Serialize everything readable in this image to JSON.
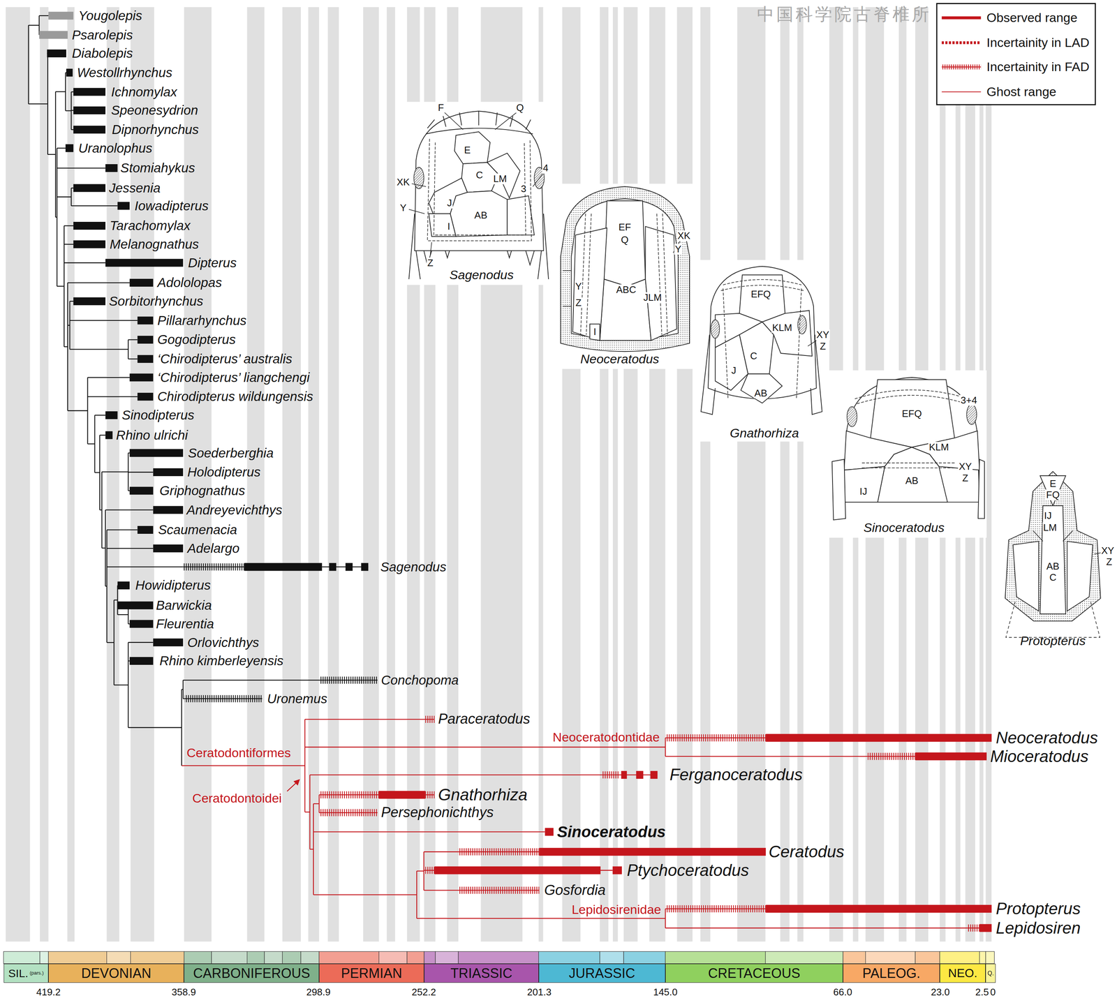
{
  "diagram": {
    "nodes": [
      {
        "text": [
          "SIL.",
          "(pars.)"
        ]
      },
      {
        "text": [
          "DEVONIAN"
        ]
      },
      {
        "text": [
          "CARBONIFEROUS"
        ]
      },
      {
        "text": [
          "PERMIAN"
        ]
      },
      {
        "text": [
          "TRIASSIC"
        ]
      },
      {
        "text": [
          "JURASSIC"
        ]
      },
      {
        "text": [
          "CRETACEOUS"
        ]
      },
      {
        "text": [
          "PALEOG."
        ]
      },
      {
        "text": [
          "NEO."
        ]
      },
      {
        "text": [
          "Q."
        ]
      }
    ],
    "labels": [
      "中国科学院古脊椎所",
      "Yougolepis",
      "Psarolepis",
      "Diabolepis",
      "Westollrhynchus",
      "Ichnomylax",
      "Speonesydrion",
      "Dipnorhynchus",
      "Uranolophus",
      "Stomiahykus",
      "Jessenia",
      "Iowadipterus",
      "Tarachomylax",
      "Melanognathus",
      "Dipterus",
      "Adololopas",
      "Sorbitorhynchus",
      "Pillararhynchus",
      "Gogodipterus",
      "‘Chirodipterus’ australis",
      "‘Chirodipterus’ liangchengi",
      "Chirodipterus wildungensis",
      "Sinodipterus",
      "Rhino ulrichi",
      "Soederberghia",
      "Holodipterus",
      "Griphognathus",
      "Andreyevichthys",
      "Scaumenacia",
      "Adelargo",
      "Sagenodus",
      "Howidipterus",
      "Barwickia",
      "Fleurentia",
      "Orlovichthys",
      "Rhino kimberleyensis",
      "Conchopoma",
      "Uronemus",
      "Paraceratodus",
      "Neoceratodus",
      "Mioceratodus",
      "Ferganoceratodus",
      "Gnathorhiza",
      "Persephonichthys",
      "Sinoceratodus",
      "Ceratodus",
      "Ptychoceratodus",
      "Gosfordia",
      "Protopterus",
      "Lepidosiren",
      "Neoceratodontidae",
      "Ceratodontiformes",
      "Ceratodontoidei",
      "Lepidosirenidae",
      "F",
      "Q",
      "E",
      "C",
      "LM",
      "3",
      "4",
      "XK",
      "J",
      "AB",
      "Y",
      "I",
      "Z",
      "Sagenodus",
      "EF",
      "Q",
      "ABC",
      "JLM",
      "XK",
      "Y",
      "Y",
      "Z",
      "I",
      "Neoceratodus",
      "EFQ",
      "KLM",
      "XY",
      "Z",
      "C",
      "J",
      "AB",
      "Gnathorhiza",
      "EFQ",
      "3+4",
      "KLM",
      "AB",
      "XY",
      "Z",
      "IJ",
      "Sinoceratodus",
      "E",
      "FQ",
      "IJ",
      "LM",
      "AB",
      "C",
      "XY",
      "Z",
      "Protopterus",
      "419.2",
      "358.9",
      "298.9",
      "252.2",
      "201.3",
      "145.0",
      "66.0",
      "23.0",
      "2.5",
      "0"
    ],
    "legend": [
      {
        "text": "Observed range"
      },
      {
        "text": "Incertainity in LAD"
      },
      {
        "text": "Incertainity in FAD"
      },
      {
        "text": "Ghost range"
      }
    ]
  }
}
